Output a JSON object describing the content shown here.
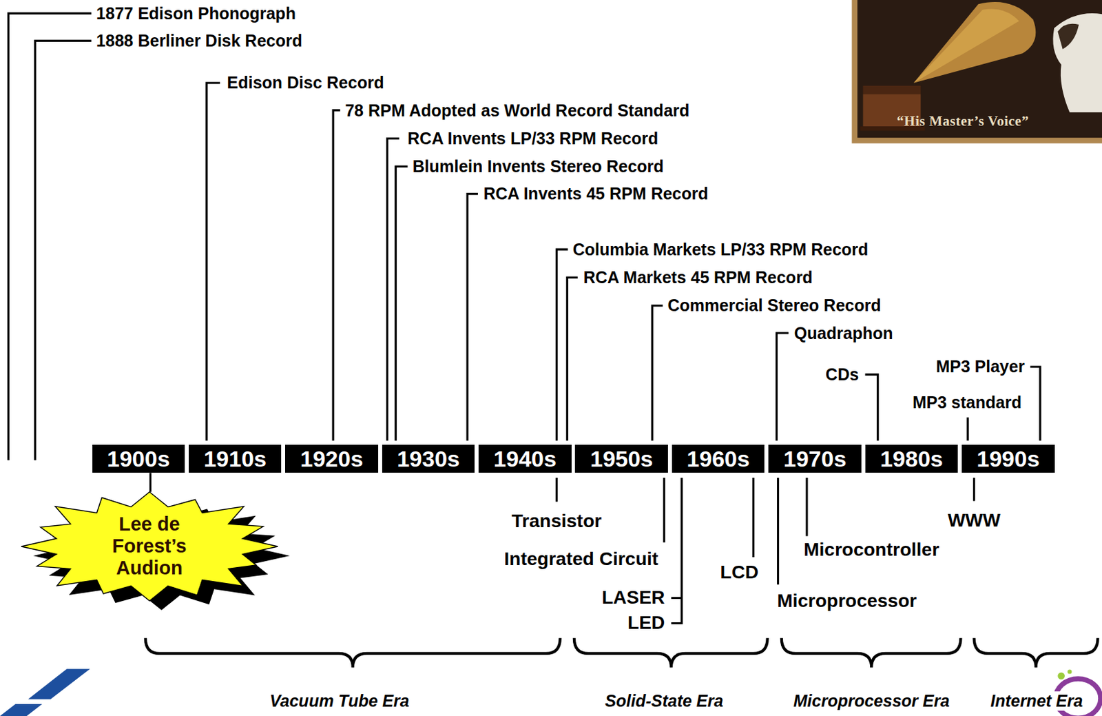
{
  "diagram": {
    "nodes": [
      {
        "text": [
          "1900s"
        ]
      },
      {
        "text": [
          "1910s"
        ]
      },
      {
        "text": [
          "1920s"
        ]
      },
      {
        "text": [
          "1930s"
        ]
      },
      {
        "text": [
          "1940s"
        ]
      },
      {
        "text": [
          "1950s"
        ]
      },
      {
        "text": [
          "1960s"
        ]
      },
      {
        "text": [
          "1970s"
        ]
      },
      {
        "text": [
          "1980s"
        ]
      },
      {
        "text": [
          "1990s"
        ]
      },
      {
        "text": [
          "Lee de Forest’s Audion"
        ]
      }
    ],
    "edges": [
      {
        "from": 0,
        "to": 10,
        "arrow": "none"
      }
    ],
    "labels": [
      "1877 Edison Phonograph",
      "1888 Berliner Disk Record",
      "Edison Disc Record",
      "78 RPM Adopted as World Record Standard",
      "RCA Invents LP/33 RPM Record",
      "Blumlein Invents Stereo Record",
      "RCA Invents 45 RPM Record",
      "Columbia Markets LP/33 RPM Record",
      "RCA Markets 45 RPM Record",
      "Commercial Stereo Record",
      "Quadraphon",
      "CDs",
      "MP3 Player",
      "MP3 standard",
      "Transistor",
      "Integrated Circuit",
      "LASER",
      "LED",
      "LCD",
      "Microcontroller",
      "Microprocessor",
      "WWW",
      "Vacuum Tube Era",
      "Solid-State Era",
      "Microprocessor Era",
      "Internet Era",
      "“His Master’s Voice”"
    ]
  }
}
